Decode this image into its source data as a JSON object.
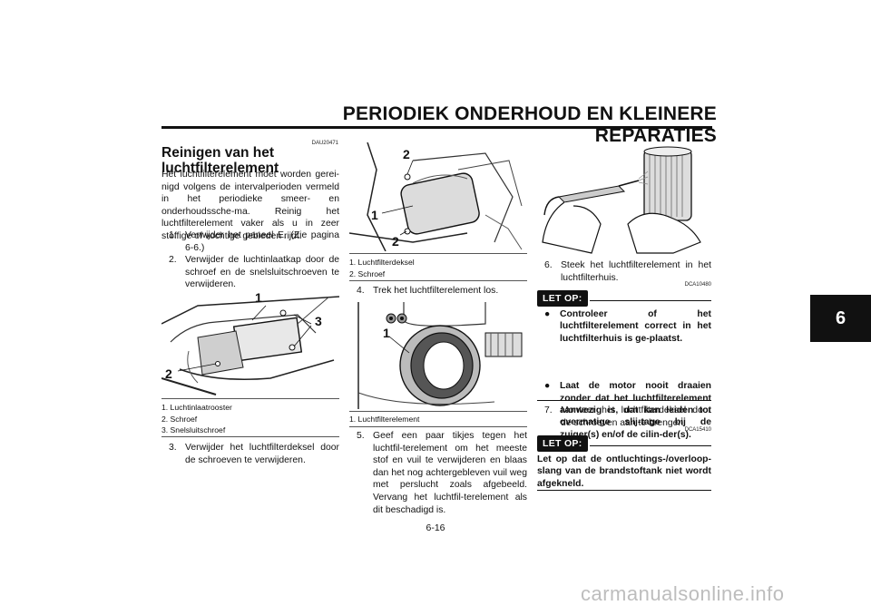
{
  "header": {
    "title": "PERIODIEK ONDERHOUD EN KLEINERE REPARATIES"
  },
  "chapter_tab": "6",
  "col1": {
    "code": "DAU20471",
    "heading_line1": "Reinigen van het",
    "heading_line2": "luchtfilterelement",
    "intro": "Het luchtfilterelement moet worden gerei-nigd volgens de intervalperioden vermeld in het periodieke smeer- en onderhoudssche-ma. Reinig het luchtfilterelement vaker als u in zeer stoffige of vochtige gebieden rijdt.",
    "steps": [
      {
        "num": "1.",
        "text": "Verwijder het paneel E. (Zie pagina 6-6.)"
      },
      {
        "num": "2.",
        "text": "Verwijder de luchtinlaatkap door de schroef en de snelsluitschroeven te verwijderen."
      }
    ],
    "figure_callouts": [
      "1",
      "2",
      "3"
    ],
    "captions": [
      "1. Luchtinlaatrooster",
      "2. Schroef",
      "3. Snelsluitschroef"
    ],
    "step3": {
      "num": "3.",
      "text": "Verwijder het luchtfilterdeksel door de schroeven te verwijderen."
    }
  },
  "col2": {
    "figure_callouts": [
      "2",
      "1",
      "2"
    ],
    "captions": [
      "1. Luchtfilterdeksel",
      "2. Schroef"
    ],
    "step4": {
      "num": "4.",
      "text": "Trek het luchtfilterelement los."
    },
    "figure2_callouts": [
      "1"
    ],
    "captions2": [
      "1. Luchtfilterelement"
    ],
    "step5": {
      "num": "5.",
      "text": "Geef een paar tikjes tegen het luchtfil-terelement om het meeste stof en vuil te verwijderen en blaas dan het nog achtergebleven vuil weg met perslucht zoals afgebeeld. Vervang het luchtfil-terelement als dit beschadigd is."
    }
  },
  "col3": {
    "step6": {
      "num": "6.",
      "text": "Steek het luchtfilterelement in het luchtfilterhuis."
    },
    "note1": {
      "code": "DCA10480",
      "label": "LET OP:",
      "bullets": [
        "Controleer of het luchtfilterelement correct in het luchtfilterhuis is ge-plaatst.",
        "Laat de motor nooit draaien zonder dat het luchtfilterelement aanwezig is, dat kan leiden tot overmatige slij-tage bij de zuiger(s) en/of de cilin-der(s)."
      ]
    },
    "step7": {
      "num": "7.",
      "text": "Monteer het luchtfilterdeksel door de schroeven aan te brengen."
    },
    "note2": {
      "code": "DCA15410",
      "label": "LET OP:",
      "text": "Let op dat de ontluchtings-/overloop-slang van de brandstoftank niet wordt afgekneld."
    }
  },
  "footer": {
    "page_number": "6-16",
    "watermark": "carmanualsonline.info"
  }
}
